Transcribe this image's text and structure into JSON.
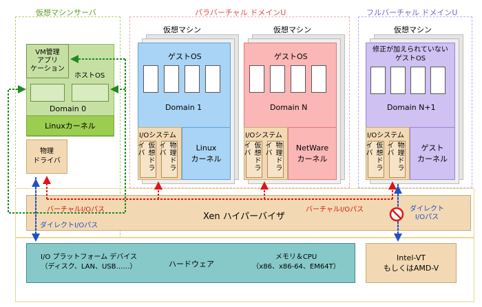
{
  "regions": {
    "virtual_server": "仮想マシンサーバ",
    "para_domain": "パラバーチャル ドメインU",
    "full_domain": "フルバーチャル ドメインU"
  },
  "vm_label": "仮想マシン",
  "dom0": {
    "vm_mgmt": [
      "VM管理",
      "アプリ",
      "ケーション"
    ],
    "host_os": "ホストOS",
    "domain": "Domain 0",
    "kernel": "Linuxカーネル",
    "physical_driver": [
      "物理",
      "ドライバ"
    ]
  },
  "dom1": {
    "guest_os": "ゲストOS",
    "domain": "Domain 1",
    "kernel": [
      "Linux",
      "カーネル"
    ]
  },
  "domN": {
    "guest_os": "ゲストOS",
    "domain": "Domain N",
    "kernel": [
      "NetWare",
      "カーネル"
    ]
  },
  "domN1": {
    "guest_os": [
      "修正が加えられていない",
      "ゲストOS"
    ],
    "domain": "Domain N+1",
    "kernel": [
      "ゲスト",
      "カーネル"
    ]
  },
  "io_system": "I/Oシステム",
  "virtual_driver": "仮想ドライバ",
  "physical_driver_vert": "物理ドライバ",
  "hypervisor": {
    "label": "Xen ハイパーバイザ",
    "virtual_io_left": "バーチャルI/Oパス",
    "virtual_io_right": "バーチャルI/Oパス",
    "direct_io_left": "ダイレクトI/Oパス",
    "direct_io_right": [
      "ダイレクト",
      "I/Oパス"
    ]
  },
  "hardware": {
    "label": "ハードウェア",
    "io_platform": [
      "I/O プラットフォーム デバイス",
      "（ディスク、LAN、USB……）"
    ],
    "memory_cpu": [
      "メモリ＆CPU",
      "（x86、x86-64、EM64T）"
    ],
    "intel_vt": [
      "Intel-VT",
      "もしくはAMD-V"
    ]
  },
  "colors": {
    "dom0_green": "#c6e0a4",
    "dom0_kernel": "#9bcd50",
    "dom1_blue": "#a9d4f5",
    "domN_red": "#fbb6b6",
    "domN1_purple": "#cfc1f1",
    "hypervisor_tan": "#f3d9b3",
    "hardware_teal": "#86c9c8",
    "arrow_green": "#1f8a1f",
    "arrow_red": "#e01515",
    "arrow_blue": "#2050c8"
  }
}
